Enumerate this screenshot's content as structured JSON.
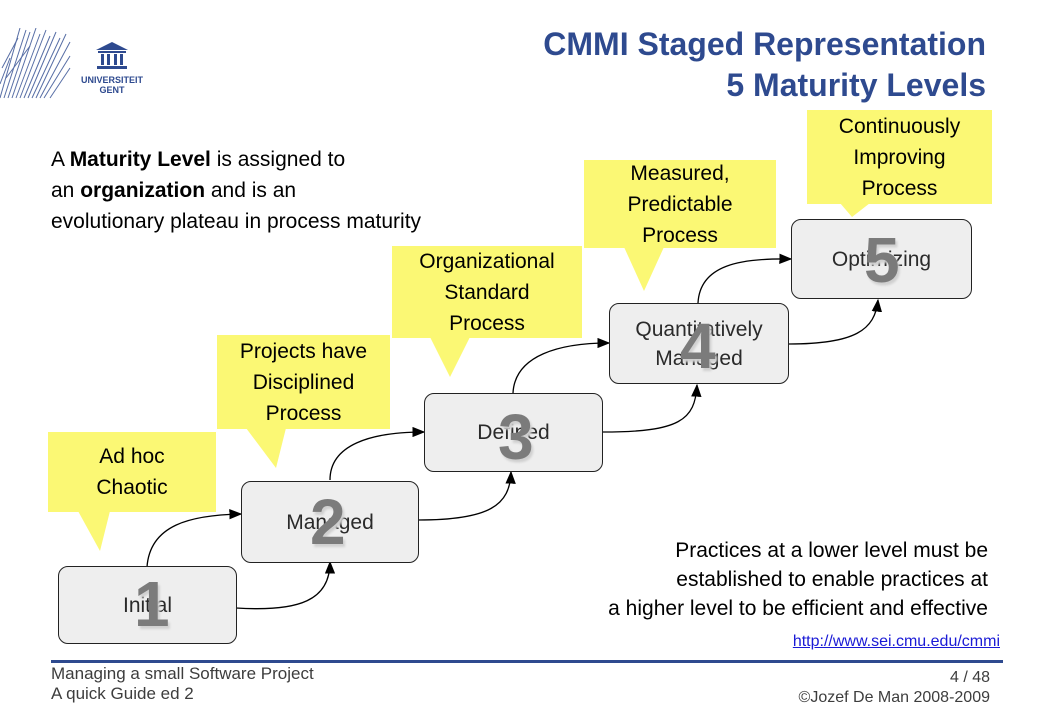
{
  "title": {
    "line1": "CMMI Staged Representation",
    "line2": "5 Maturity Levels"
  },
  "logo": {
    "line1": "UNIVERSITEIT",
    "line2": "GENT"
  },
  "intro": {
    "p1": "A ",
    "b1": "Maturity Level",
    "p2": " is assigned to",
    "p3": "an ",
    "b2": "organization",
    "p4": " and is an",
    "p5": "evolutionary plateau in process maturity"
  },
  "levels": [
    {
      "label": "Initial",
      "num": "1"
    },
    {
      "label": "Managed",
      "num": "2"
    },
    {
      "label": "Defined",
      "num": "3"
    },
    {
      "label1": "Quantitatively",
      "label2": "Managed",
      "num": "4"
    },
    {
      "label": "Optimizing",
      "num": "5"
    }
  ],
  "callouts": [
    {
      "lines": [
        "Ad hoc",
        "Chaotic"
      ]
    },
    {
      "lines": [
        "Projects have",
        "Disciplined",
        "Process"
      ]
    },
    {
      "lines": [
        "Organizational",
        "Standard",
        "Process"
      ]
    },
    {
      "lines": [
        "Measured,",
        "Predictable",
        "Process"
      ]
    },
    {
      "lines": [
        "Continuously",
        "Improving",
        "Process"
      ]
    }
  ],
  "practices": {
    "line1": "Practices at a lower level must be",
    "line2": "established to enable practices at",
    "line3": "a higher level to be efficient and effective"
  },
  "url": "http://www.sei.cmu.edu/cmmi",
  "footer": {
    "left1": "Managing a small Software Project",
    "left2": "A quick Guide ed 2",
    "page": "4 / 48",
    "copyright": "©Jozef De Man  2008-2009"
  },
  "colors": {
    "title": "#2e4a8f",
    "callout": "#fbf874",
    "box": "#eeeeee",
    "link": "#1a1ad6"
  },
  "icons": [
    "university-logo-icon",
    "reed-texture-icon"
  ]
}
